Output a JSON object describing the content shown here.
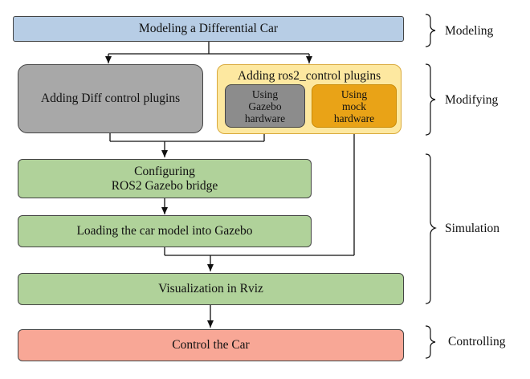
{
  "steps": {
    "modeling_car": "Modeling a Differential Car",
    "diff_plugins": "Adding Diff control plugins",
    "ros2_plugins": "Adding ros2_control plugins",
    "gazebo_hw": "Using\nGazebo\nhardware",
    "mock_hw": "Using\nmock\nhardware",
    "bridge": "Configuring\nROS2 Gazebo bridge",
    "load_model": "Loading the car model into Gazebo",
    "rviz": "Visualization in Rviz",
    "control": "Control the Car"
  },
  "phases": {
    "modeling": "Modeling",
    "modifying": "Modifying",
    "simulation": "Simulation",
    "controlling": "Controlling"
  }
}
